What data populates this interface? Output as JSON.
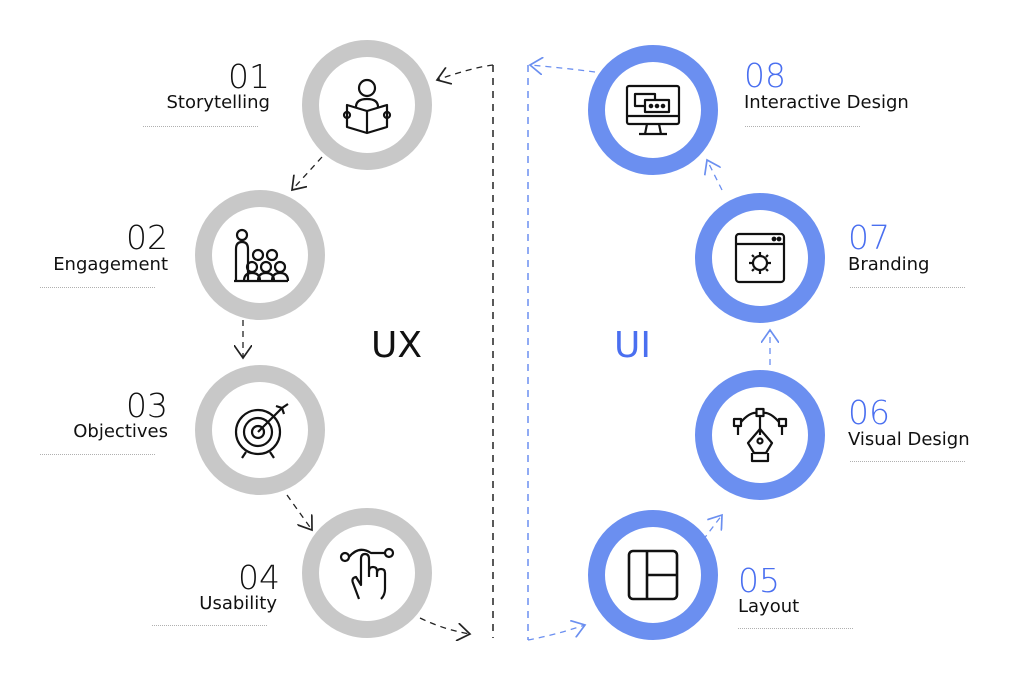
{
  "sections": {
    "ux": {
      "label": "UX",
      "color": "#c8c8c8"
    },
    "ui": {
      "label": "UI",
      "color": "#6b8ff0",
      "text_color": "#4a6ff0"
    }
  },
  "steps": [
    {
      "number": "01",
      "label": "Storytelling",
      "icon": "reading-person-icon",
      "group": "ux"
    },
    {
      "number": "02",
      "label": "Engagement",
      "icon": "audience-icon",
      "group": "ux"
    },
    {
      "number": "03",
      "label": "Objectives",
      "icon": "target-icon",
      "group": "ux"
    },
    {
      "number": "04",
      "label": "Usability",
      "icon": "touch-hand-icon",
      "group": "ux"
    },
    {
      "number": "05",
      "label": "Layout",
      "icon": "layout-grid-icon",
      "group": "ui"
    },
    {
      "number": "06",
      "label": "Visual Design",
      "icon": "pen-tool-icon",
      "group": "ui"
    },
    {
      "number": "07",
      "label": "Branding",
      "icon": "browser-gear-icon",
      "group": "ui"
    },
    {
      "number": "08",
      "label": "Interactive Design",
      "icon": "monitor-icon",
      "group": "ui"
    }
  ]
}
